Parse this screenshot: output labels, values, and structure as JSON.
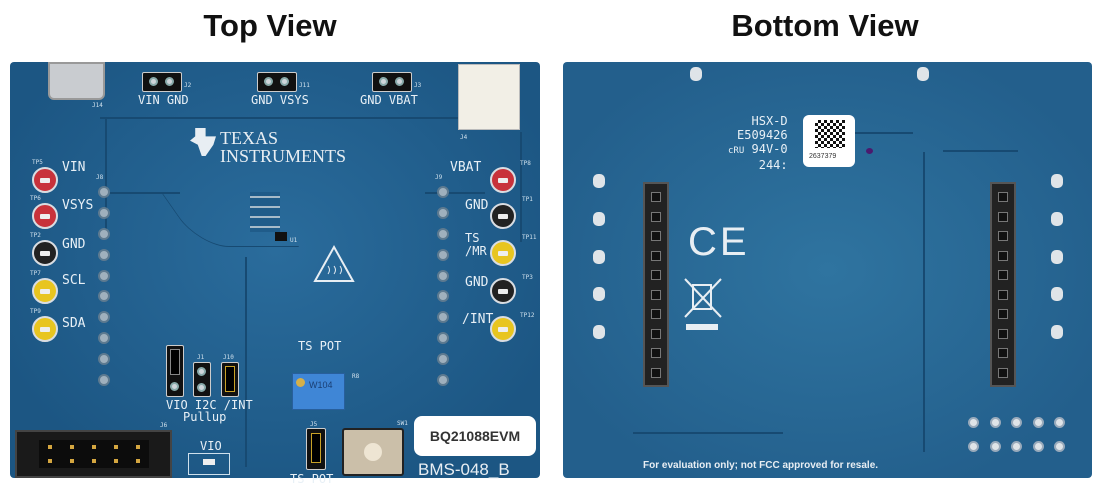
{
  "titles": {
    "top": "Top View",
    "bottom": "Bottom View"
  },
  "top_board": {
    "logo": {
      "line1": "TEXAS",
      "line2": "INSTRUMENTS"
    },
    "jumpers": [
      {
        "ref": "J2",
        "label": "VIN GND"
      },
      {
        "ref": "J11",
        "label": "GND VSYS"
      },
      {
        "ref": "J3",
        "label": "GND VBAT"
      }
    ],
    "connectors": {
      "usb": "J14",
      "battery": "J4",
      "box": "J6",
      "header_left": "J8",
      "header_right": "J9"
    },
    "left_testpoints": [
      {
        "ref": "TP5",
        "label": "VIN",
        "color": "red"
      },
      {
        "ref": "TP6",
        "label": "VSYS",
        "color": "red"
      },
      {
        "ref": "TP2",
        "label": "GND",
        "color": "black"
      },
      {
        "ref": "TP7",
        "label": "SCL",
        "color": "yellow"
      },
      {
        "ref": "TP9",
        "label": "SDA",
        "color": "yellow"
      }
    ],
    "right_testpoints": [
      {
        "ref": "TP8",
        "label": "VBAT",
        "color": "red"
      },
      {
        "ref": "TP1",
        "label": "GND",
        "color": "black"
      },
      {
        "ref": "TP11",
        "label": "TS /MR",
        "color": "yellow"
      },
      {
        "ref": "TP3",
        "label": "GND",
        "color": "black"
      },
      {
        "ref": "TP12",
        "label": "/INT",
        "color": "yellow"
      }
    ],
    "pullup": {
      "refs": [
        "J1",
        "J10"
      ],
      "labels": "VIO I2C /INT",
      "caption": "Pullup"
    },
    "ts_pot": {
      "label": "TS POT",
      "ref": "R8",
      "marking": "W104",
      "jumper_ref": "J5",
      "jumper_label": "TS POT"
    },
    "vio_label": "VIO",
    "switch_ref": "SW1",
    "ic_ref": "U1",
    "board_name": "BQ21088EVM",
    "board_code": "BMS-048_B"
  },
  "bottom_board": {
    "marking": [
      "HSX-D",
      "E509426",
      "94V-0",
      "244:"
    ],
    "ul_mark": "cRU",
    "serial": "2637379",
    "ce_mark": "CE",
    "footer": "For evaluation only; not FCC approved for resale."
  },
  "colors": {
    "board": "#1f5f8e",
    "tp_red": "#c8323b",
    "tp_yellow": "#e8c520",
    "tp_black": "#222222"
  }
}
